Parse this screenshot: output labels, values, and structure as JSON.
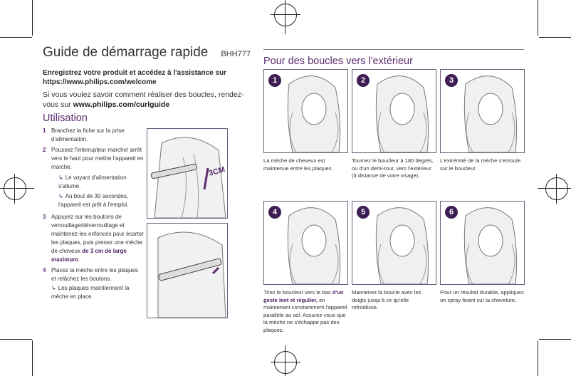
{
  "header": {
    "title": "Guide de démarrage rapide",
    "model": "BHH777"
  },
  "register": {
    "text": "Enregistrez votre produit et accédez à l'assistance sur https://www.philips.com/welcome"
  },
  "curlguide": {
    "text": "Si vous voulez savoir comment réaliser des boucles, rendez-vous sur ",
    "link": "www.philips.com/curlguide"
  },
  "usage": {
    "heading": "Utilisation",
    "steps": [
      {
        "num": "1",
        "text": "Branchez la fiche sur la prise d'alimentation."
      },
      {
        "num": "2",
        "text": "Poussez l'interrupteur marche/ arrêt vers le haut pour mettre l'appareil en marche.",
        "results": [
          "Le voyant d'alimentation s'allume.",
          "Au bout de 30 secondes, l'appareil est prêt à l'emploi."
        ]
      },
      {
        "num": "3",
        "text": "Appuyez sur les boutons de verrouillage/déverrouillage et maintenez-les enfoncés pour écarter les plaques, puis prenez une mèche de cheveux ",
        "highlight": "de 3 cm de large maximum",
        "end": "."
      },
      {
        "num": "4",
        "text": "Placez la mèche entre les plaques et relâchez les boutons.",
        "results": [
          "Les plaques maintiennent la mèche en place."
        ]
      }
    ],
    "illustration_label": "3CM"
  },
  "outward": {
    "heading": "Pour des boucles vers l'extérieur",
    "panels": [
      {
        "num": "1",
        "caption": "La mèche de cheveux est maintenue entre les plaques."
      },
      {
        "num": "2",
        "caption": "Tournez le boucleur à 180 degrés, ou d'un demi-tour, vers l'extérieur (à distance de votre visage)."
      },
      {
        "num": "3",
        "caption": "L'extrémité de la mèche s'enroule sur le boucleur."
      },
      {
        "num": "4",
        "caption": "Tirez le boucleur vers le bas ",
        "highlight": "d'un geste lent et régulier,",
        "caption_end": " en maintenant constamment l'appareil parallèle au sol. Assurez-vous que la mèche ne s'échappe pas des plaques."
      },
      {
        "num": "5",
        "caption": "Maintenez la boucle avec les doigts jusqu'à ce qu'elle refroidisse."
      },
      {
        "num": "6",
        "caption": "Pour un résultat durable, appliquez un spray fixant sur la chevelure."
      }
    ]
  },
  "colors": {
    "accent": "#5b2d6e",
    "badge": "#3c1d55"
  },
  "icons": [
    "result-arrow-icon",
    "registration-mark-icon"
  ]
}
